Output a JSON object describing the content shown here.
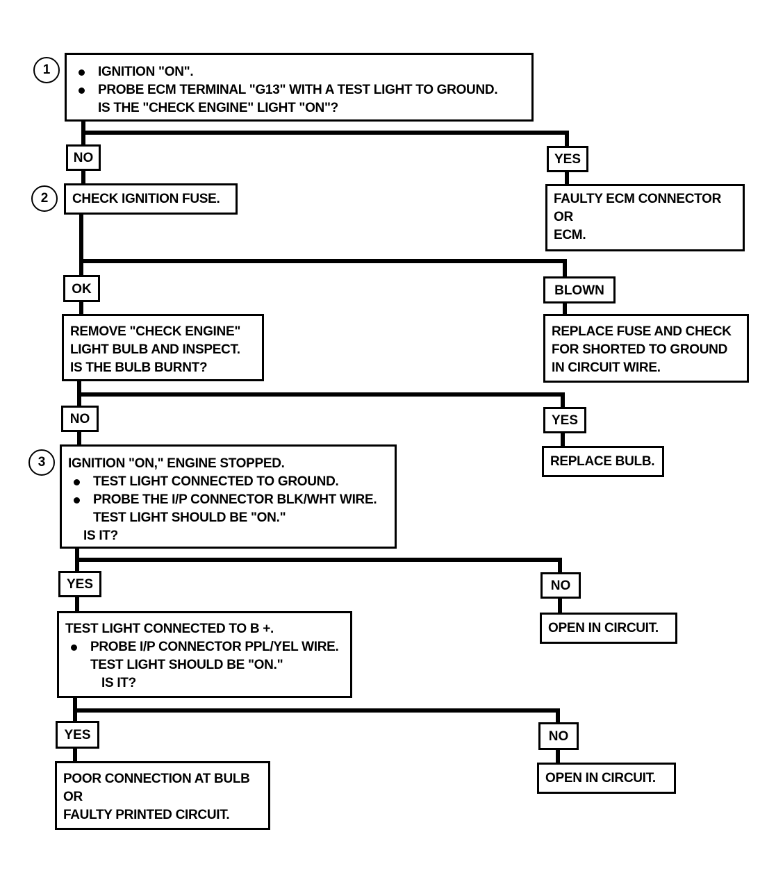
{
  "steps": {
    "one": "1",
    "two": "2",
    "three": "3"
  },
  "box1": {
    "line1": "IGNITION \"ON\".",
    "line2": "PROBE ECM TERMINAL \"G13\" WITH A TEST LIGHT TO GROUND.",
    "line3": "IS THE \"CHECK ENGINE\" LIGHT \"ON\"?"
  },
  "labels": {
    "no1": "NO",
    "yes1": "YES",
    "ok": "OK",
    "blown": "BLOWN",
    "no2": "NO",
    "yes2": "YES",
    "yes3": "YES",
    "no3": "NO",
    "yes4": "YES",
    "no4": "NO"
  },
  "box_check_fuse": "CHECK IGNITION FUSE.",
  "box_faulty_ecm": {
    "line1": "FAULTY ECM CONNECTOR",
    "line2": "OR",
    "line3": "ECM."
  },
  "box_remove_bulb": {
    "line1": "REMOVE \"CHECK ENGINE\"",
    "line2": "LIGHT BULB AND INSPECT.",
    "line3": "IS THE BULB BURNT?"
  },
  "box_replace_fuse": {
    "line1": "REPLACE FUSE AND CHECK",
    "line2": "FOR SHORTED TO GROUND",
    "line3": "IN CIRCUIT WIRE."
  },
  "box_replace_bulb": "REPLACE BULB.",
  "box3": {
    "line1": "IGNITION \"ON,\" ENGINE STOPPED.",
    "line2": "TEST LIGHT CONNECTED TO GROUND.",
    "line3": "PROBE THE I/P CONNECTOR BLK/WHT WIRE.",
    "line4": "TEST LIGHT SHOULD BE \"ON.\"",
    "line5": "IS IT?"
  },
  "box_open1": "OPEN IN CIRCUIT.",
  "box_test_b": {
    "line1": "TEST LIGHT CONNECTED TO B +.",
    "line2": "PROBE I/P CONNECTOR PPL/YEL WIRE.",
    "line3": "TEST LIGHT SHOULD BE \"ON.\"",
    "line4": "IS IT?"
  },
  "box_open2": "OPEN IN CIRCUIT.",
  "box_poor_conn": {
    "line1": "POOR CONNECTION AT BULB",
    "line2": "OR",
    "line3": "FAULTY PRINTED CIRCUIT."
  }
}
